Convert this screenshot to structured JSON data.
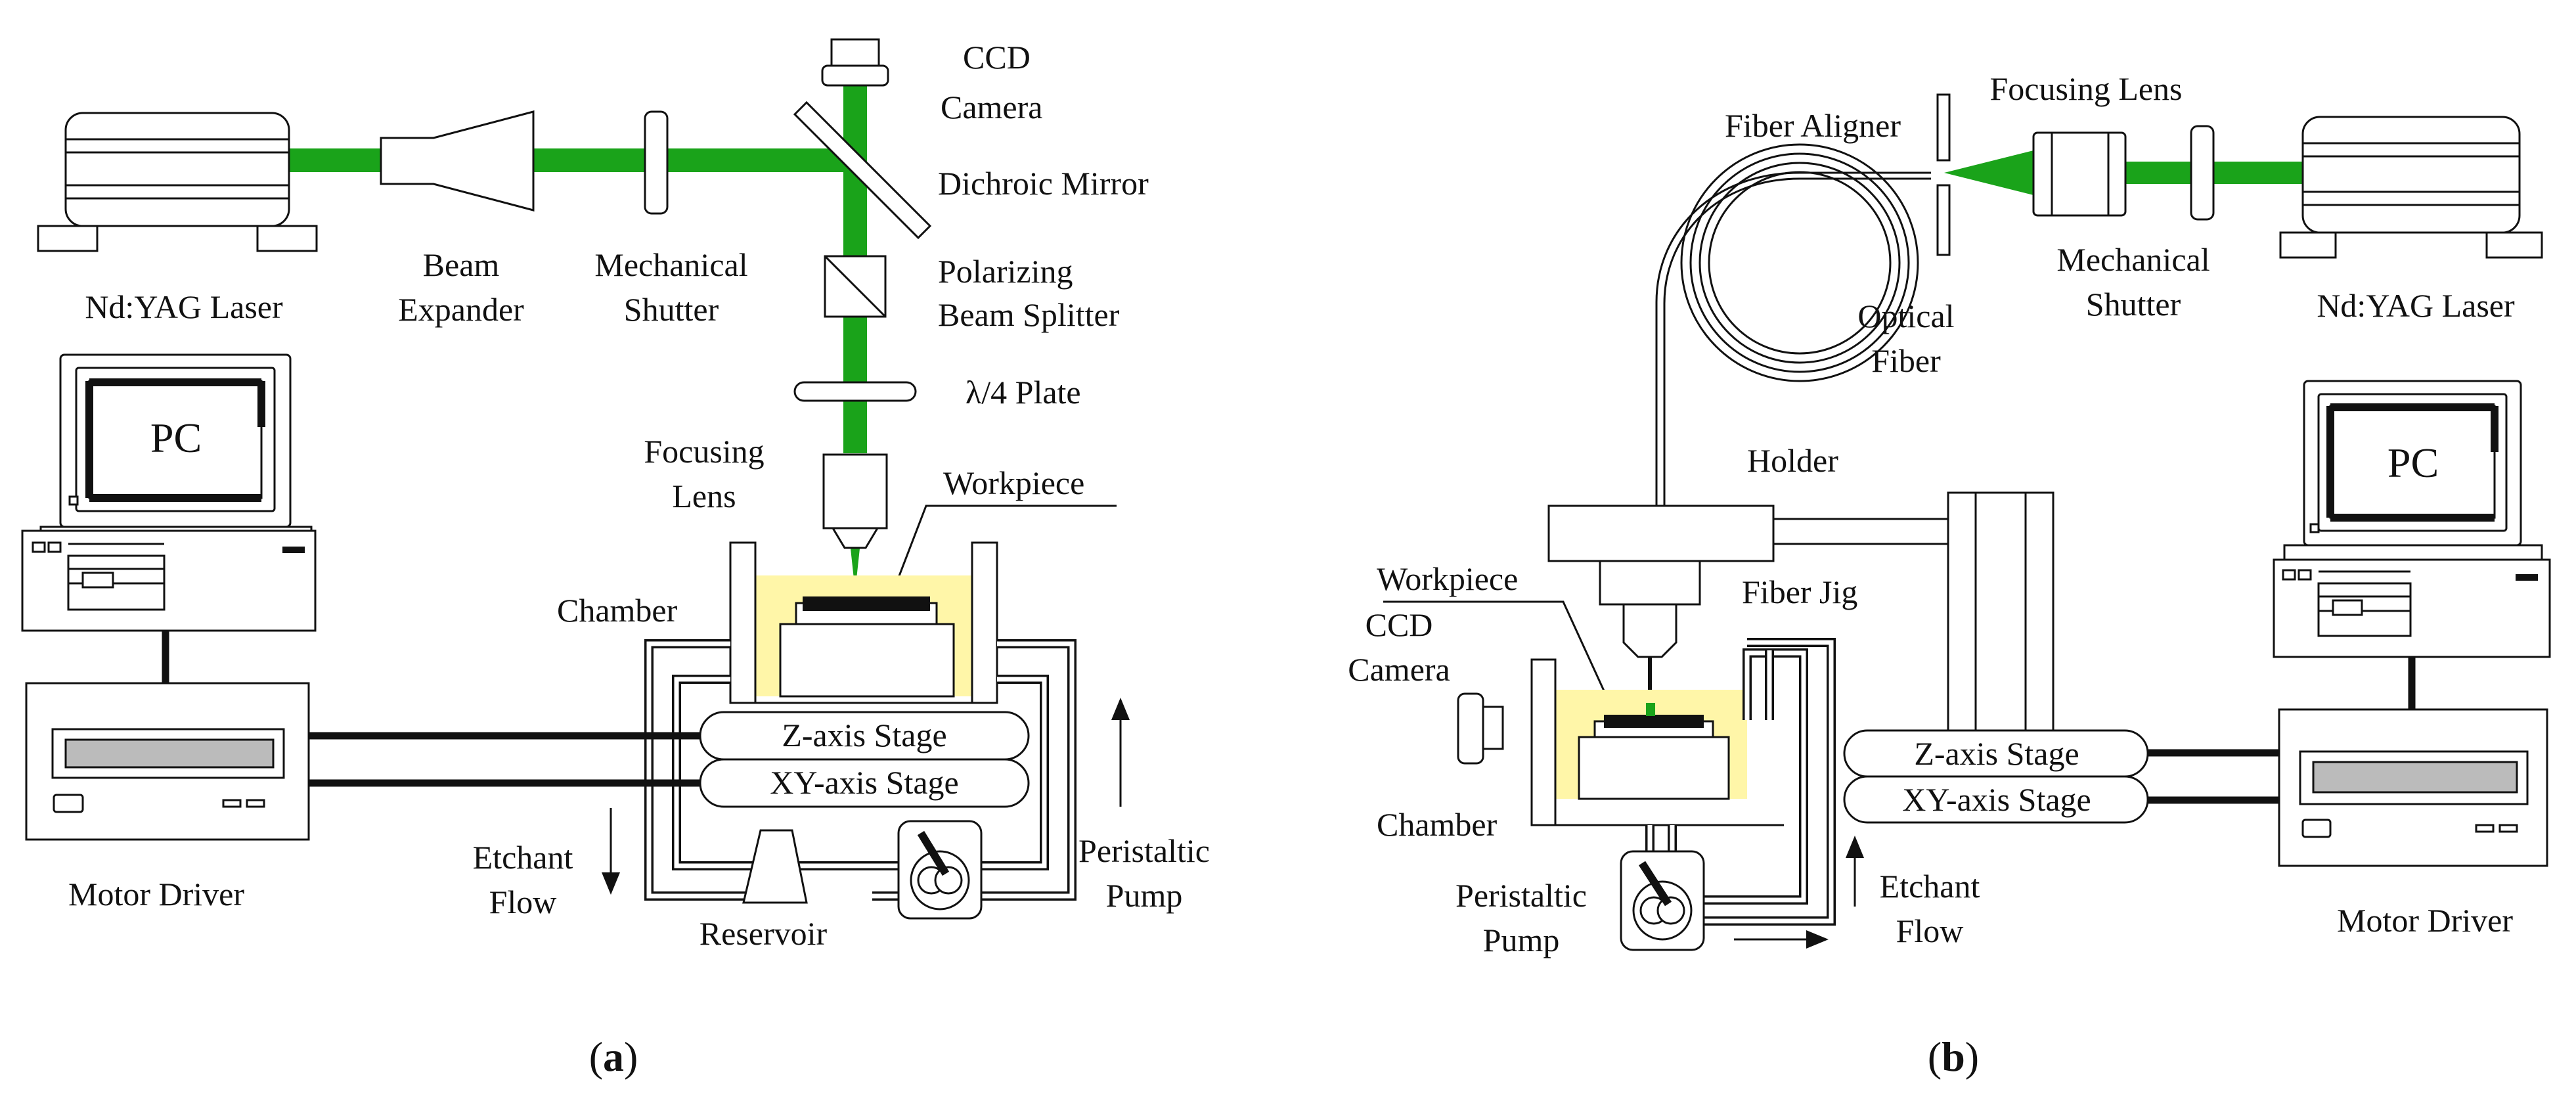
{
  "colors": {
    "laser_beam": "#1aa31a",
    "etchant": "#fff6a8",
    "line": "#111111",
    "background": "#ffffff"
  },
  "panel_a": {
    "labels": {
      "laser": "Nd:YAG Laser",
      "beam_expander_1": "Beam",
      "beam_expander_2": "Expander",
      "shutter_1": "Mechanical",
      "shutter_2": "Shutter",
      "ccd_1": "CCD",
      "ccd_2": "Camera",
      "dichroic": "Dichroic Mirror",
      "pbs_1": "Polarizing",
      "pbs_2": "Beam Splitter",
      "plate": "λ/4 Plate",
      "focusing_1": "Focusing",
      "focusing_2": "Lens",
      "workpiece": "Workpiece",
      "chamber": "Chamber",
      "pc": "PC",
      "z_stage": "Z-axis Stage",
      "xy_stage": "XY-axis Stage",
      "motor_driver": "Motor Driver",
      "etchant_1": "Etchant",
      "etchant_2": "Flow",
      "reservoir": "Reservoir",
      "pump_1": "Peristaltic",
      "pump_2": "Pump"
    },
    "caption": {
      "open": "(",
      "letter": "a",
      "close": ")"
    }
  },
  "panel_b": {
    "labels": {
      "fiber_aligner": "Fiber Aligner",
      "focusing": "Focusing Lens",
      "shutter_1": "Mechanical",
      "shutter_2": "Shutter",
      "laser": "Nd:YAG Laser",
      "fiber_1": "Optical",
      "fiber_2": "Fiber",
      "holder": "Holder",
      "pc": "PC",
      "workpiece": "Workpiece",
      "fiber_jig": "Fiber Jig",
      "ccd_1": "CCD",
      "ccd_2": "Camera",
      "chamber": "Chamber",
      "z_stage": "Z-axis Stage",
      "xy_stage": "XY-axis Stage",
      "pump_1": "Peristaltic",
      "pump_2": "Pump",
      "etchant_1": "Etchant",
      "etchant_2": "Flow",
      "motor_driver": "Motor Driver"
    },
    "caption": {
      "open": "(",
      "letter": "b",
      "close": ")"
    }
  }
}
